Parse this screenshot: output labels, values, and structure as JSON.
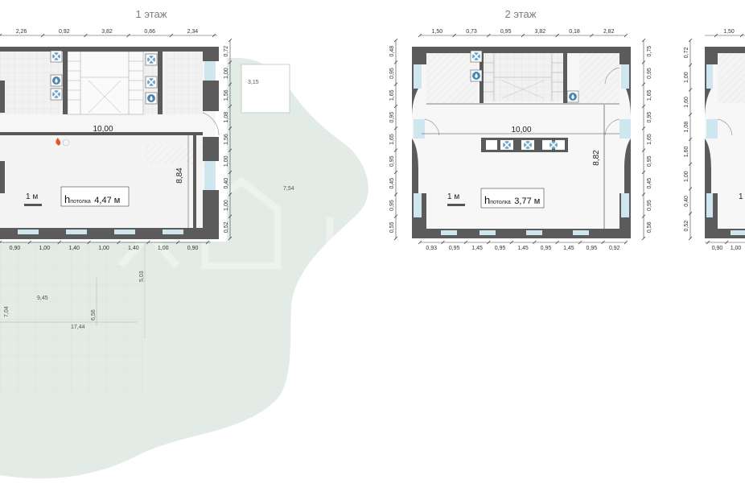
{
  "floors": [
    {
      "title": "1 этаж",
      "top_dims": [
        "2,26",
        "0,92",
        "3,82",
        "0,66",
        "2,34"
      ],
      "bottom_dims": [
        "0,90",
        "1,00",
        "1,40",
        "1,00",
        "1,40",
        "1,00",
        "0,90"
      ],
      "right_dims": [
        "0,72",
        "1,00",
        "1,56",
        "1,08",
        "1,56",
        "1,00",
        "0,40",
        "1,00",
        "0,52"
      ],
      "width_label": "10,00",
      "depth_label": "8,84",
      "scale_label": "1 м",
      "ceiling_height": "4,47 м"
    },
    {
      "title": "2 этаж",
      "top_dims": [
        "1,50",
        "0,73",
        "0,95",
        "3,82",
        "0,18",
        "2,82"
      ],
      "bottom_dims": [
        "0,93",
        "0,95",
        "1,45",
        "0,95",
        "1,45",
        "0,95",
        "1,45",
        "0,95",
        "0,92"
      ],
      "left_dims": [
        "0,48",
        "0,95",
        "1,65",
        "0,95",
        "1,65",
        "0,95",
        "0,45",
        "0,95",
        "0,55"
      ],
      "right_dims": [
        "0,75",
        "0,95",
        "1,65",
        "0,95",
        "1,65",
        "0,95",
        "0,45",
        "0,95",
        "0,56"
      ],
      "width_label": "10,00",
      "depth_label": "8,82",
      "scale_label": "1 м",
      "ceiling_height": "3,77 м"
    },
    {
      "top_dims": [
        "1,50"
      ],
      "bottom_dims": [
        "0,90",
        "1,00"
      ],
      "left_dims": [
        "0,72",
        "1,00",
        "1,60",
        "1,08",
        "1,60",
        "1,00",
        "0,40",
        "0,52"
      ],
      "scale_label": "1"
    }
  ],
  "ceiling_prefix": "h",
  "ceiling_word": "потолка",
  "land_dims": [
    "3,15",
    "7,54",
    "5,03",
    "9,45",
    "17,44",
    "6,56",
    "7,04"
  ],
  "colors": {
    "wall": "#5b5b5b",
    "window": "#cfe6ee",
    "floor_tile": "#eeeeee",
    "land": "#dde8e1",
    "dims": "#333333"
  },
  "icons": [
    "fan-icon",
    "water-drop-icon",
    "fireplace-icon"
  ]
}
